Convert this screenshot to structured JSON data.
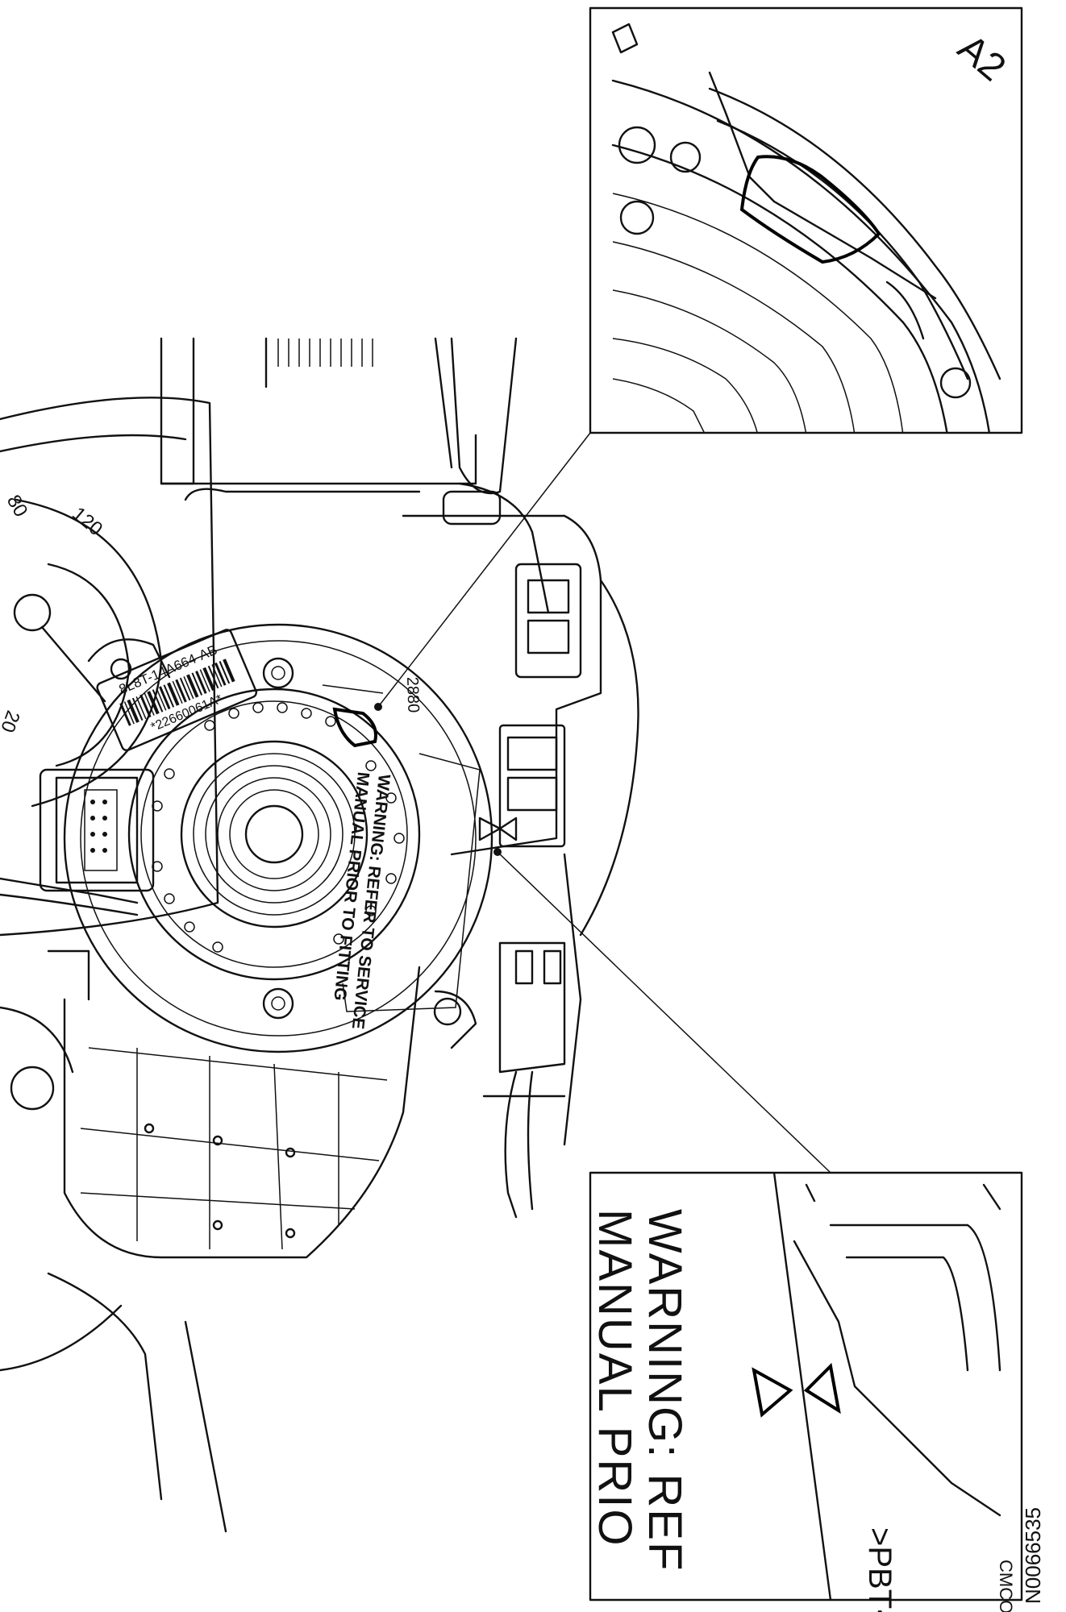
{
  "figure_code": "N0066535",
  "labels": {
    "part_number": "8L8T-14A664-AB",
    "barcode_number": "*22660061A*",
    "rotation_mark": "2880",
    "warning_line1": "WARNING: REFER TO SERVICE",
    "warning_line2": "MANUAL PRIOR TO FITTING",
    "inset_warning_line1": "WARNING: REF",
    "inset_warning_line2": "MANUAL PRIO",
    "inset_code": "A2",
    "inset_bottom_mark": ">PBT<",
    "inset_bottom_fragment": "CMCO",
    "gauge_mark_120": "120",
    "gauge_mark_80": "80",
    "gauge_mark_20": "20"
  },
  "colors": {
    "ink": "#111111",
    "background": "#ffffff"
  }
}
